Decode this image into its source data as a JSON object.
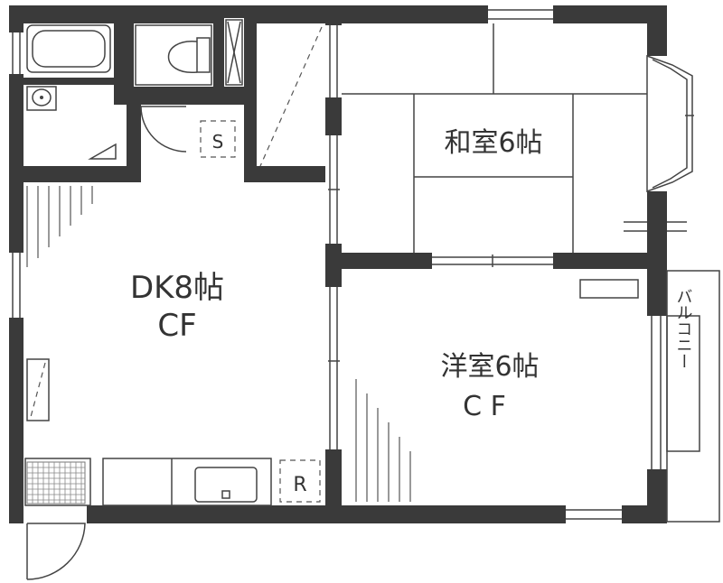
{
  "rooms": {
    "dk": {
      "name": "DK8帖",
      "sub": "CF"
    },
    "washitsu": {
      "name": "和室6帖"
    },
    "youshitsu": {
      "name": "洋室6帖",
      "sub": "C F"
    },
    "storage_s": {
      "label": "S"
    },
    "fridge_r": {
      "label": "R"
    },
    "balcony": {
      "label": "バルコニー"
    }
  },
  "colors": {
    "wall": "#3a3a3a",
    "line": "#444444",
    "text": "#333333"
  }
}
